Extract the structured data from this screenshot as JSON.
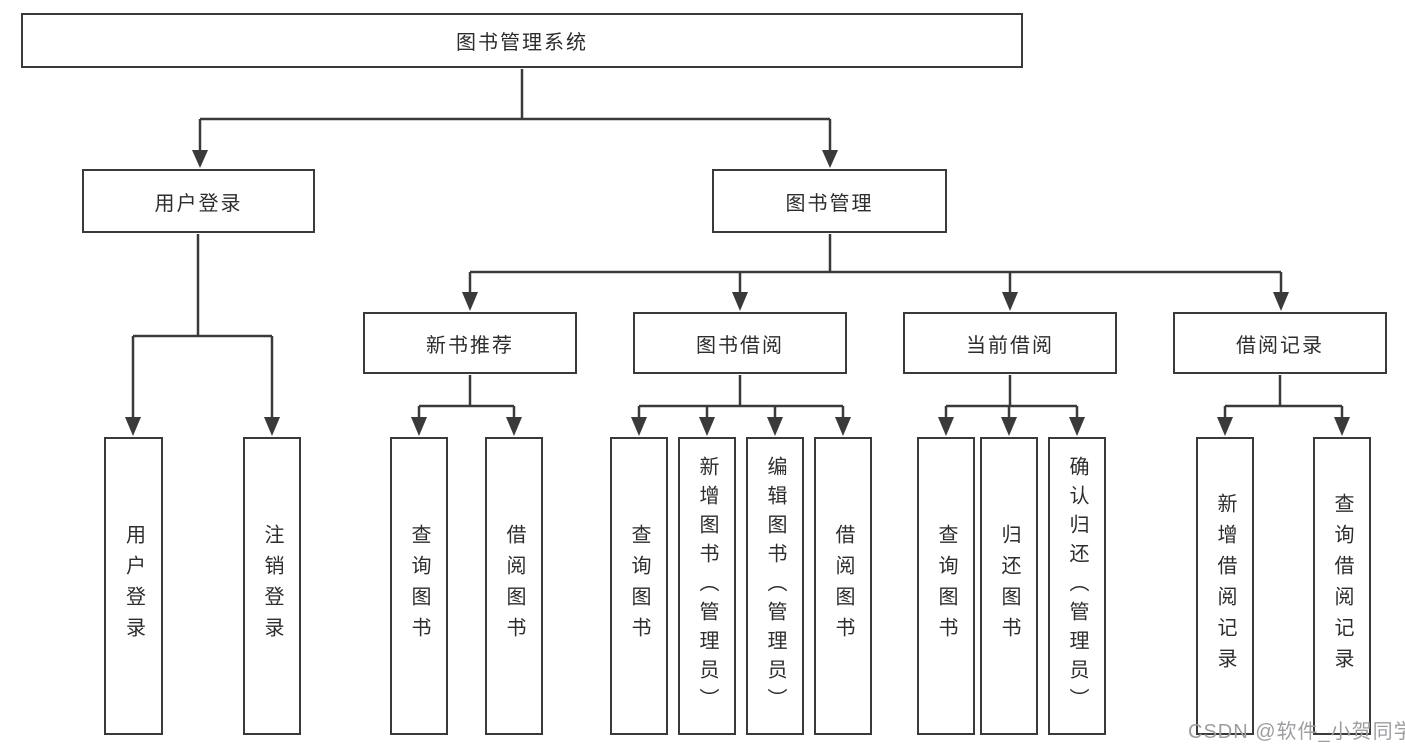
{
  "diagram_title": "图书管理系统",
  "watermark": "CSDN @软件_小贺同学",
  "colors": {
    "line": "#3a3a3a",
    "text": "#2d2d2d",
    "watermark": "#9e9ea2",
    "background": "#ffffff"
  },
  "tree": {
    "label": "图书管理系统",
    "children": [
      {
        "label": "用户登录",
        "children": [
          {
            "label": "用户登录"
          },
          {
            "label": "注销登录"
          }
        ]
      },
      {
        "label": "图书管理",
        "children": [
          {
            "label": "新书推荐",
            "children": [
              {
                "label": "查询图书"
              },
              {
                "label": "借阅图书"
              }
            ]
          },
          {
            "label": "图书借阅",
            "children": [
              {
                "label": "查询图书"
              },
              {
                "label": "新增图书（管理员）"
              },
              {
                "label": "编辑图书（管理员）"
              },
              {
                "label": "借阅图书"
              }
            ]
          },
          {
            "label": "当前借阅",
            "children": [
              {
                "label": "查询图书"
              },
              {
                "label": "归还图书"
              },
              {
                "label": "确认归还（管理员）"
              }
            ]
          },
          {
            "label": "借阅记录",
            "children": [
              {
                "label": "新增借阅记录"
              },
              {
                "label": "查询借阅记录"
              }
            ]
          }
        ]
      }
    ]
  }
}
